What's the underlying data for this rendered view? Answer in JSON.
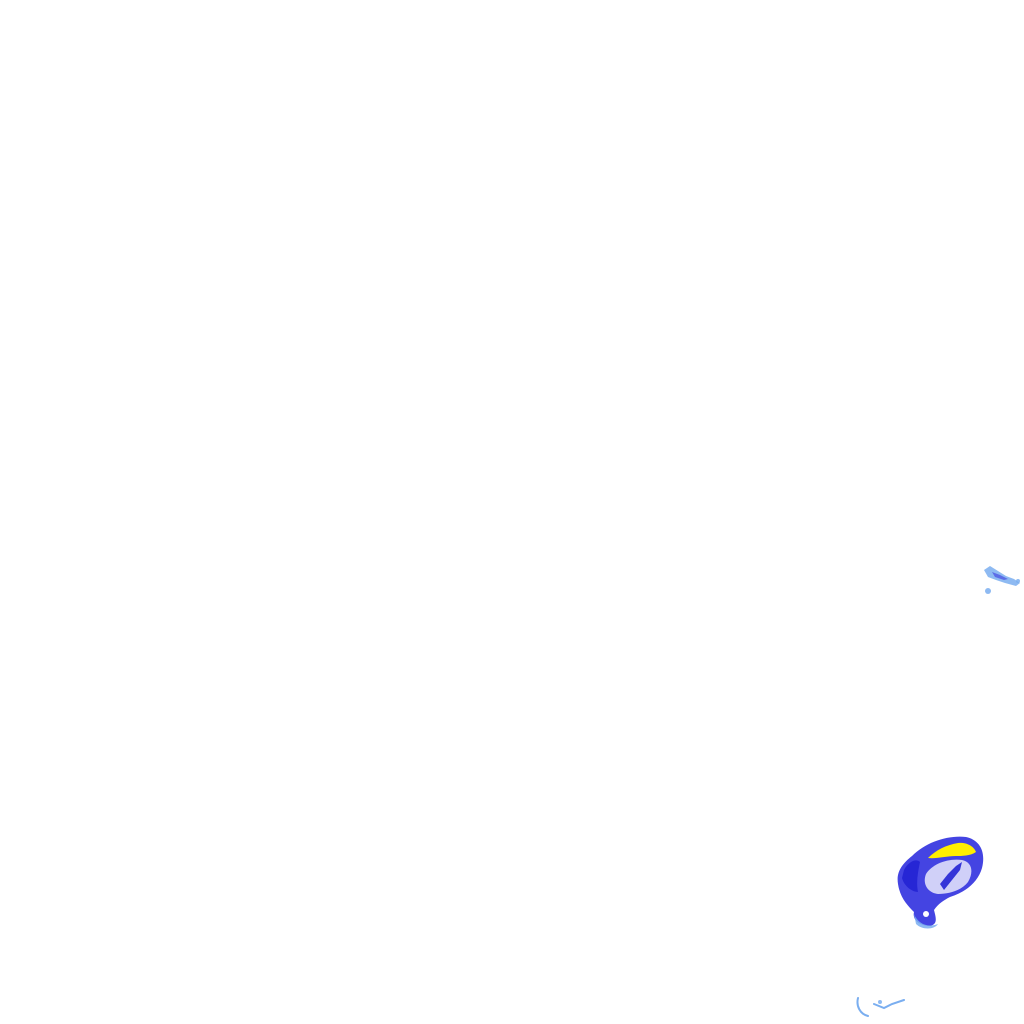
{
  "overlay": {
    "background": "#ffffff",
    "colors": {
      "light": "#7aaef0",
      "medium": "#3a3ae0",
      "heavy": "#2323d4",
      "intense": "#ffee00",
      "core": "#ffffff"
    },
    "cells": [
      {
        "name": "precip-cell-main",
        "intensity": "heavy"
      },
      {
        "name": "precip-cell-core",
        "intensity": "intense"
      },
      {
        "name": "precip-speckle-east",
        "intensity": "light"
      },
      {
        "name": "precip-speckle-south",
        "intensity": "light"
      }
    ]
  }
}
